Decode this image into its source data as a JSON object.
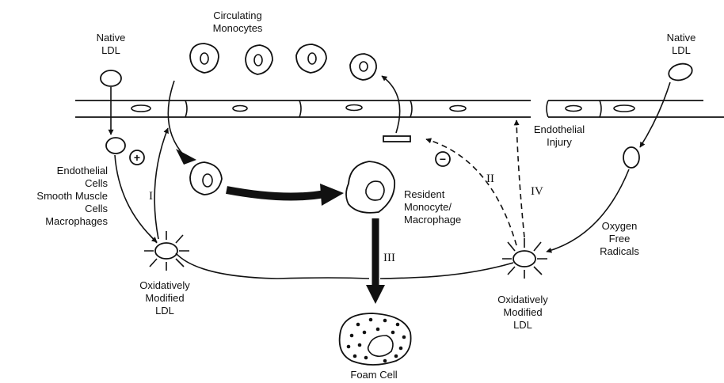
{
  "labels": {
    "native_ldl_left": [
      "Native",
      "LDL"
    ],
    "circulating_monocytes": [
      "Circulating",
      "Monocytes"
    ],
    "native_ldl_right": [
      "Native",
      "LDL"
    ],
    "endothelial_injury": [
      "Endothelial",
      "Injury"
    ],
    "cell_types": [
      "Endothelial",
      "Cells",
      "Smooth Muscle",
      "Cells",
      "Macrophages"
    ],
    "resident_macrophage": [
      "Resident",
      "Monocyte/",
      "Macrophage"
    ],
    "oxygen_free_radicals": [
      "Oxygen",
      "Free",
      "Radicals"
    ],
    "oxidized_ldl_left": [
      "Oxidatively",
      "Modified",
      "LDL"
    ],
    "oxidized_ldl_right": [
      "Oxidatively",
      "Modified",
      "LDL"
    ],
    "foam_cell": "Foam Cell"
  },
  "pathways": {
    "i": "I",
    "ii": "II",
    "iii": "III",
    "iv": "IV"
  },
  "signs": {
    "stimulate": "+",
    "inhibit": "−"
  }
}
